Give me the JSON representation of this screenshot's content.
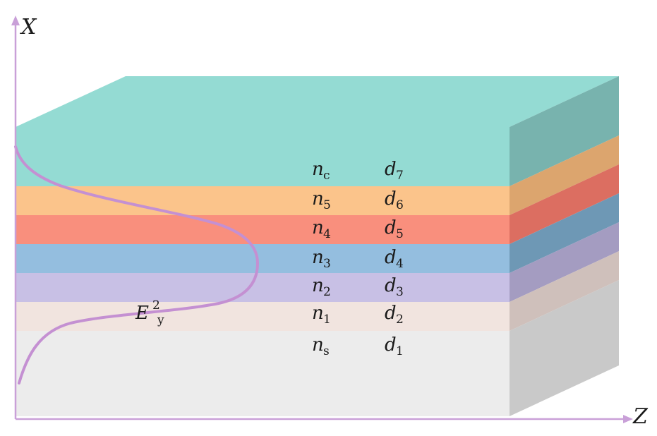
{
  "axes": {
    "x_label": "X",
    "z_label": "Z",
    "color": "#c9a0d8"
  },
  "field_label": {
    "base": "E",
    "sup": "2",
    "sub": "y"
  },
  "layers": [
    {
      "id": "cladding",
      "n_base": "n",
      "n_sub": "c",
      "d_base": "d",
      "d_sub": "7",
      "front": "#94dbd3",
      "side": "#78b3ae"
    },
    {
      "id": "layer5",
      "n_base": "n",
      "n_sub": "5",
      "d_base": "d",
      "d_sub": "6",
      "front": "#fbc48b",
      "side": "#dca56e"
    },
    {
      "id": "layer4",
      "n_base": "n",
      "n_sub": "4",
      "d_base": "d",
      "d_sub": "5",
      "front": "#f98f7d",
      "side": "#dc6e61"
    },
    {
      "id": "layer3",
      "n_base": "n",
      "n_sub": "3",
      "d_base": "d",
      "d_sub": "4",
      "front": "#94bedf",
      "side": "#6e98b5"
    },
    {
      "id": "layer2",
      "n_base": "n",
      "n_sub": "2",
      "d_base": "d",
      "d_sub": "3",
      "front": "#c8c0e5",
      "side": "#a49cc1"
    },
    {
      "id": "layer1",
      "n_base": "n",
      "n_sub": "1",
      "d_base": "d",
      "d_sub": "2",
      "front": "#f1e4df",
      "side": "#cfc0bb"
    },
    {
      "id": "substrate",
      "n_base": "n",
      "n_sub": "s",
      "d_base": "d",
      "d_sub": "1",
      "front": "#ececec",
      "side": "#c9c9c9"
    }
  ],
  "top_face_color": "#94dbd3",
  "curve_color": "#c490d2"
}
